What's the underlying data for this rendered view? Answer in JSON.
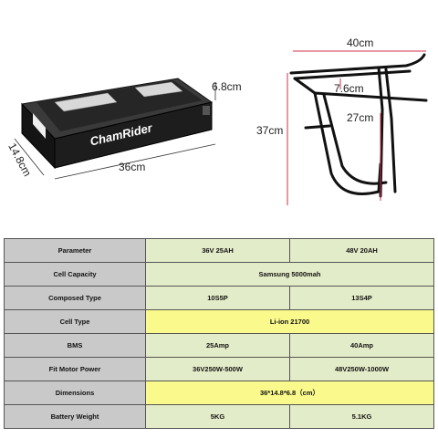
{
  "dimensions": {
    "battery_height": "6.8cm",
    "battery_width": "14.8cm",
    "battery_length": "36cm",
    "rack_length": "40cm",
    "rack_height": "37cm",
    "rack_top": "7.6cm",
    "rack_span": "27cm"
  },
  "brand": {
    "logo_text": "ChamRider"
  },
  "colors": {
    "label_cell": "#c9c9c9",
    "value_cell": "#e3ecc8",
    "highlight_cell": "#fafa8c",
    "dimension_line": "#d0304a"
  },
  "specs": {
    "rows": [
      {
        "label": "Parameter",
        "values": [
          "36V 25AH",
          "48V 20AH"
        ]
      },
      {
        "label": "Cell Capacity",
        "values": [
          "Samsung  5000mah"
        ]
      },
      {
        "label": "Composed Type",
        "values": [
          "10S5P",
          "13S4P"
        ]
      },
      {
        "label": "Cell Type",
        "values": [
          "Li-ion 21700"
        ],
        "highlight": true
      },
      {
        "label": "BMS",
        "values": [
          "25Amp",
          "40Amp"
        ]
      },
      {
        "label": "Fit Motor Power",
        "values": [
          "36V250W-500W",
          "48V250W-1000W"
        ]
      },
      {
        "label": "Dimensions",
        "values": [
          "36*14.8*6.8（cm）"
        ],
        "highlight": true
      },
      {
        "label": "Battery Weight",
        "values": [
          "5KG",
          "5.1KG"
        ]
      }
    ]
  }
}
